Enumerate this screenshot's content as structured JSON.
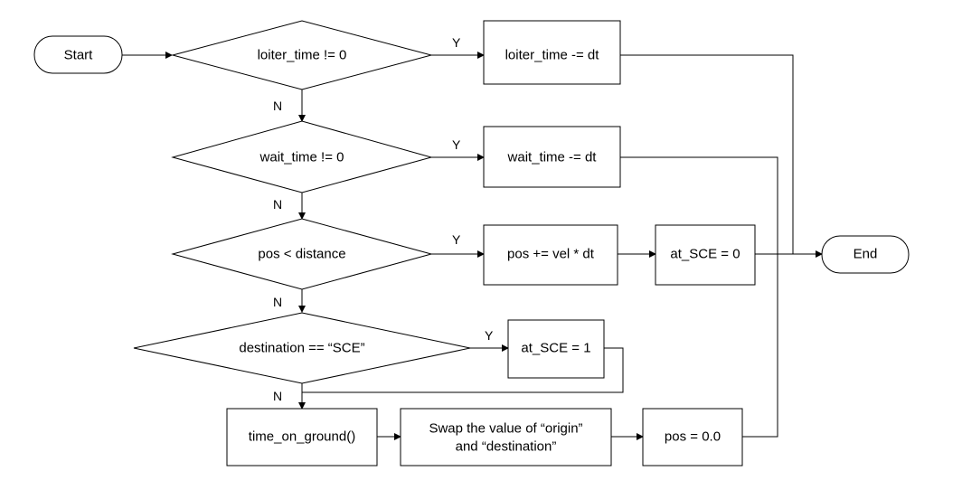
{
  "nodes": {
    "start": "Start",
    "end": "End",
    "cond_loiter": "loiter_time != 0",
    "cond_wait": "wait_time != 0",
    "cond_pos": "pos < distance",
    "cond_dest": "destination == “SCE”",
    "loiter_dec": "loiter_time -= dt",
    "wait_dec": "wait_time -= dt",
    "pos_update": "pos += vel * dt",
    "at_sce_zero": "at_SCE = 0",
    "at_sce_one": "at_SCE = 1",
    "time_on_ground": "time_on_ground()",
    "swap_line1": "Swap the value of “origin”",
    "swap_line2": "and “destination”",
    "pos_reset": "pos = 0.0"
  },
  "edge_labels": {
    "yes": "Y",
    "no": "N"
  }
}
